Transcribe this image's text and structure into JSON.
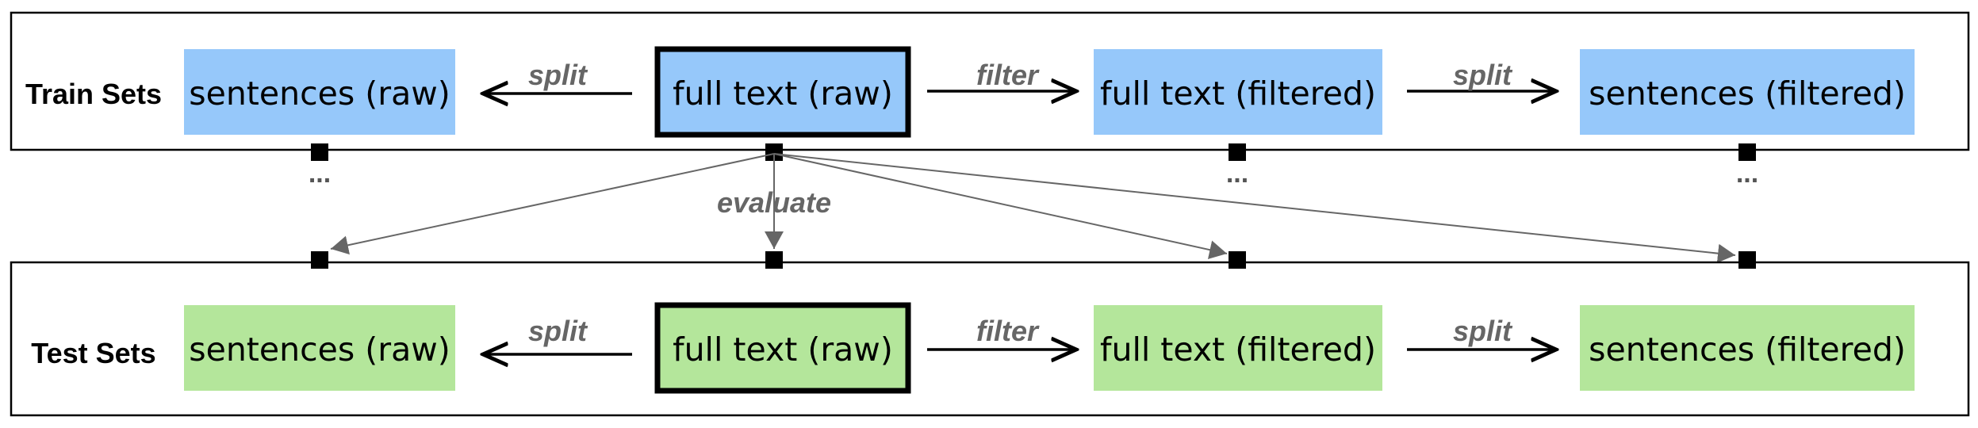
{
  "rows": {
    "train": {
      "label": "Train Sets",
      "color": "#96c8fa",
      "boxes": {
        "sentences_raw": "sentences (raw)",
        "full_text_raw": "full text (raw)",
        "full_text_filtered": "full text (filtered)",
        "sentences_filtered": "sentences (filtered)"
      },
      "ops": {
        "split_left": "split",
        "filter": "filter",
        "split_right": "split"
      },
      "dots": {
        "col1": "...",
        "col3": "...",
        "col4": "..."
      }
    },
    "test": {
      "label": "Test Sets",
      "color": "#b4e69b",
      "boxes": {
        "sentences_raw": "sentences (raw)",
        "full_text_raw": "full text (raw)",
        "full_text_filtered": "full text (filtered)",
        "sentences_filtered": "sentences (filtered)"
      },
      "ops": {
        "split_left": "split",
        "filter": "filter",
        "split_right": "split"
      }
    }
  },
  "evaluate_label": "evaluate",
  "colors": {
    "border": "#000000",
    "operation_text": "#666666",
    "evaluate_arrow": "#666666"
  }
}
